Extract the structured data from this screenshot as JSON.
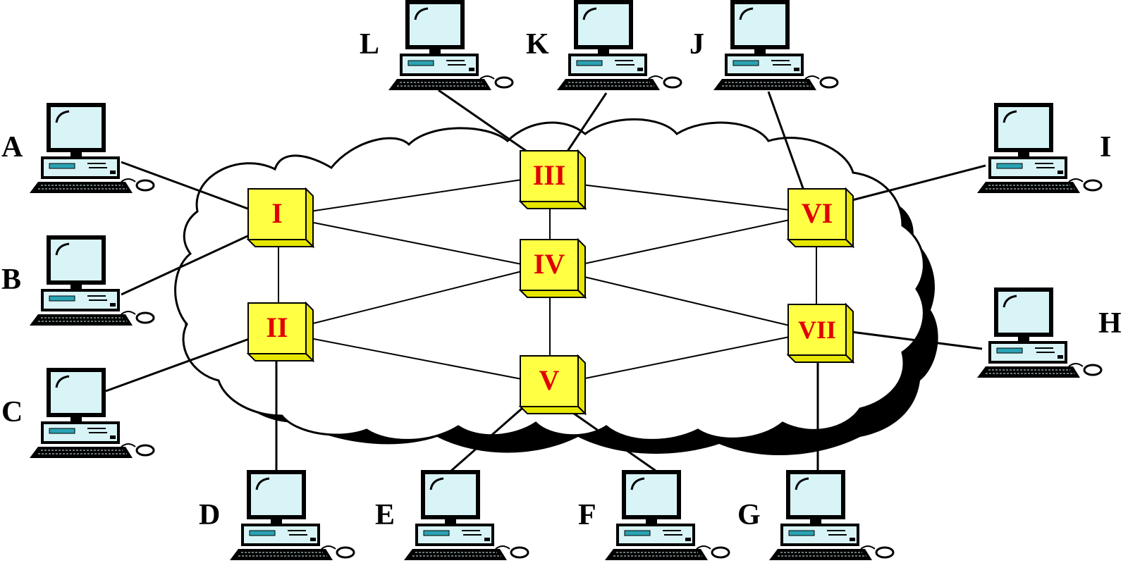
{
  "nodes": [
    {
      "id": "I",
      "label": "I"
    },
    {
      "id": "II",
      "label": "II"
    },
    {
      "id": "III",
      "label": "III"
    },
    {
      "id": "IV",
      "label": "IV"
    },
    {
      "id": "V",
      "label": "V"
    },
    {
      "id": "VI",
      "label": "VI"
    },
    {
      "id": "VII",
      "label": "VII"
    }
  ],
  "hosts": [
    {
      "id": "A",
      "label": "A",
      "attached_to": "I"
    },
    {
      "id": "B",
      "label": "B",
      "attached_to": "I"
    },
    {
      "id": "C",
      "label": "C",
      "attached_to": "II"
    },
    {
      "id": "D",
      "label": "D",
      "attached_to": "II"
    },
    {
      "id": "E",
      "label": "E",
      "attached_to": "V"
    },
    {
      "id": "F",
      "label": "F",
      "attached_to": "V"
    },
    {
      "id": "G",
      "label": "G",
      "attached_to": "VII"
    },
    {
      "id": "H",
      "label": "H",
      "attached_to": "VII"
    },
    {
      "id": "I",
      "label": "I",
      "attached_to": "VI"
    },
    {
      "id": "J",
      "label": "J",
      "attached_to": "VI"
    },
    {
      "id": "K",
      "label": "K",
      "attached_to": "III"
    },
    {
      "id": "L",
      "label": "L",
      "attached_to": "III"
    }
  ],
  "links": [
    [
      "I",
      "II"
    ],
    [
      "I",
      "III"
    ],
    [
      "I",
      "IV"
    ],
    [
      "II",
      "IV"
    ],
    [
      "II",
      "V"
    ],
    [
      "III",
      "IV"
    ],
    [
      "III",
      "VI"
    ],
    [
      "IV",
      "V"
    ],
    [
      "IV",
      "VI"
    ],
    [
      "IV",
      "VII"
    ],
    [
      "V",
      "VII"
    ],
    [
      "VI",
      "VII"
    ]
  ],
  "colors": {
    "node_fill": "#ffff44",
    "node_side": "#e6e600",
    "node_label": "#e00000",
    "screen": "#d8f4f6",
    "drive_slot": "#2aa3b4",
    "cloud_fill": "#ffffff",
    "cloud_shadow": "#000000"
  }
}
